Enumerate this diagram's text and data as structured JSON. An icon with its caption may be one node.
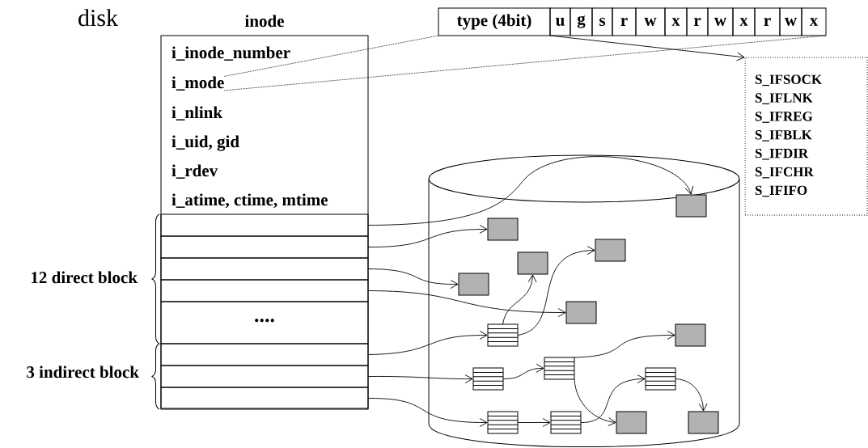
{
  "diagram": {
    "nodes": [
      {
        "text": [
          "inode"
        ]
      },
      {
        "text": [
          "i_inode_number"
        ],
        "in": 0
      },
      {
        "text": [
          "i_mode"
        ],
        "in": 0
      },
      {
        "text": [
          "i_nlink"
        ],
        "in": 0
      },
      {
        "text": [
          "i_uid, gid"
        ],
        "in": 0
      },
      {
        "text": [
          "i_rdev"
        ],
        "in": 0
      },
      {
        "text": [
          "i_atime, ctime, mtime"
        ],
        "in": 0
      },
      {
        "text": [],
        "shape": "box",
        "in": 0
      },
      {
        "text": [],
        "shape": "box",
        "in": 0
      },
      {
        "text": [],
        "shape": "box",
        "in": 0
      },
      {
        "text": [],
        "shape": "box",
        "in": 0
      },
      {
        "text": [
          "...."
        ],
        "in": 0
      },
      {
        "text": [],
        "shape": "box",
        "in": 0
      },
      {
        "text": [],
        "shape": "box",
        "in": 0
      },
      {
        "text": [],
        "shape": "box",
        "in": 0
      },
      {
        "text": [
          "type (4bit)"
        ]
      },
      {
        "text": [
          "u"
        ]
      },
      {
        "text": [
          "g"
        ]
      },
      {
        "text": [
          "s"
        ]
      },
      {
        "text": [
          "r"
        ]
      },
      {
        "text": [
          "w"
        ]
      },
      {
        "text": [
          "x"
        ]
      },
      {
        "text": [
          "r"
        ]
      },
      {
        "text": [
          "w"
        ]
      },
      {
        "text": [
          "x"
        ]
      },
      {
        "text": [
          "r"
        ]
      },
      {
        "text": [
          "w"
        ]
      },
      {
        "text": [
          "x"
        ]
      },
      {
        "text": [
          "S_IFSOCK",
          "S_IFLNK",
          "S_IFREG",
          "S_IFBLK",
          "S_IFDIR",
          "S_IFCHR",
          "S_IFIFO"
        ]
      },
      {
        "text": [],
        "shape": "cylinder"
      },
      {
        "text": [],
        "shape": "box",
        "in": 29
      },
      {
        "text": [],
        "shape": "box",
        "in": 29
      },
      {
        "text": [],
        "shape": "box",
        "in": 29
      },
      {
        "text": [],
        "shape": "box",
        "in": 29
      },
      {
        "text": [],
        "shape": "box",
        "in": 29
      },
      {
        "text": [],
        "shape": "box",
        "in": 29
      },
      {
        "text": [],
        "shape": "table",
        "in": 29
      },
      {
        "text": [],
        "shape": "box",
        "in": 29
      },
      {
        "text": [],
        "shape": "table",
        "in": 29
      },
      {
        "text": [],
        "shape": "table",
        "in": 29
      },
      {
        "text": [],
        "shape": "table",
        "in": 29
      },
      {
        "text": [],
        "shape": "table",
        "in": 29
      },
      {
        "text": [],
        "shape": "table",
        "in": 29
      },
      {
        "text": [],
        "shape": "box",
        "in": 29
      },
      {
        "text": [],
        "shape": "box",
        "in": 29
      }
    ],
    "edges": [
      {
        "from": 2,
        "to": 15,
        "arrow": "none",
        "style": "dashed"
      },
      {
        "from": 2,
        "to": 27,
        "arrow": "none",
        "style": "dashed"
      },
      {
        "from": 15,
        "to": 28,
        "arrow": "to"
      },
      {
        "from": 7,
        "to": 30,
        "arrow": "to"
      },
      {
        "from": 8,
        "to": 31,
        "arrow": "to"
      },
      {
        "from": 9,
        "to": 34,
        "arrow": "to"
      },
      {
        "from": 10,
        "to": 35,
        "arrow": "to"
      },
      {
        "from": 12,
        "to": 36,
        "arrow": "to"
      },
      {
        "from": 13,
        "to": 39,
        "arrow": "to"
      },
      {
        "from": 14,
        "to": 41,
        "arrow": "to"
      },
      {
        "from": 36,
        "to": 33,
        "arrow": "to"
      },
      {
        "from": 36,
        "to": 32,
        "arrow": "to"
      },
      {
        "from": 39,
        "to": 38,
        "arrow": "to"
      },
      {
        "from": 38,
        "to": 37,
        "arrow": "to"
      },
      {
        "from": 38,
        "to": 43,
        "arrow": "to"
      },
      {
        "from": 41,
        "to": 42,
        "arrow": "to"
      },
      {
        "from": 42,
        "to": 40,
        "arrow": "to"
      },
      {
        "from": 40,
        "to": 44,
        "arrow": "to"
      }
    ],
    "labels": [
      "disk",
      "12 direct block",
      "3 indirect block"
    ]
  }
}
